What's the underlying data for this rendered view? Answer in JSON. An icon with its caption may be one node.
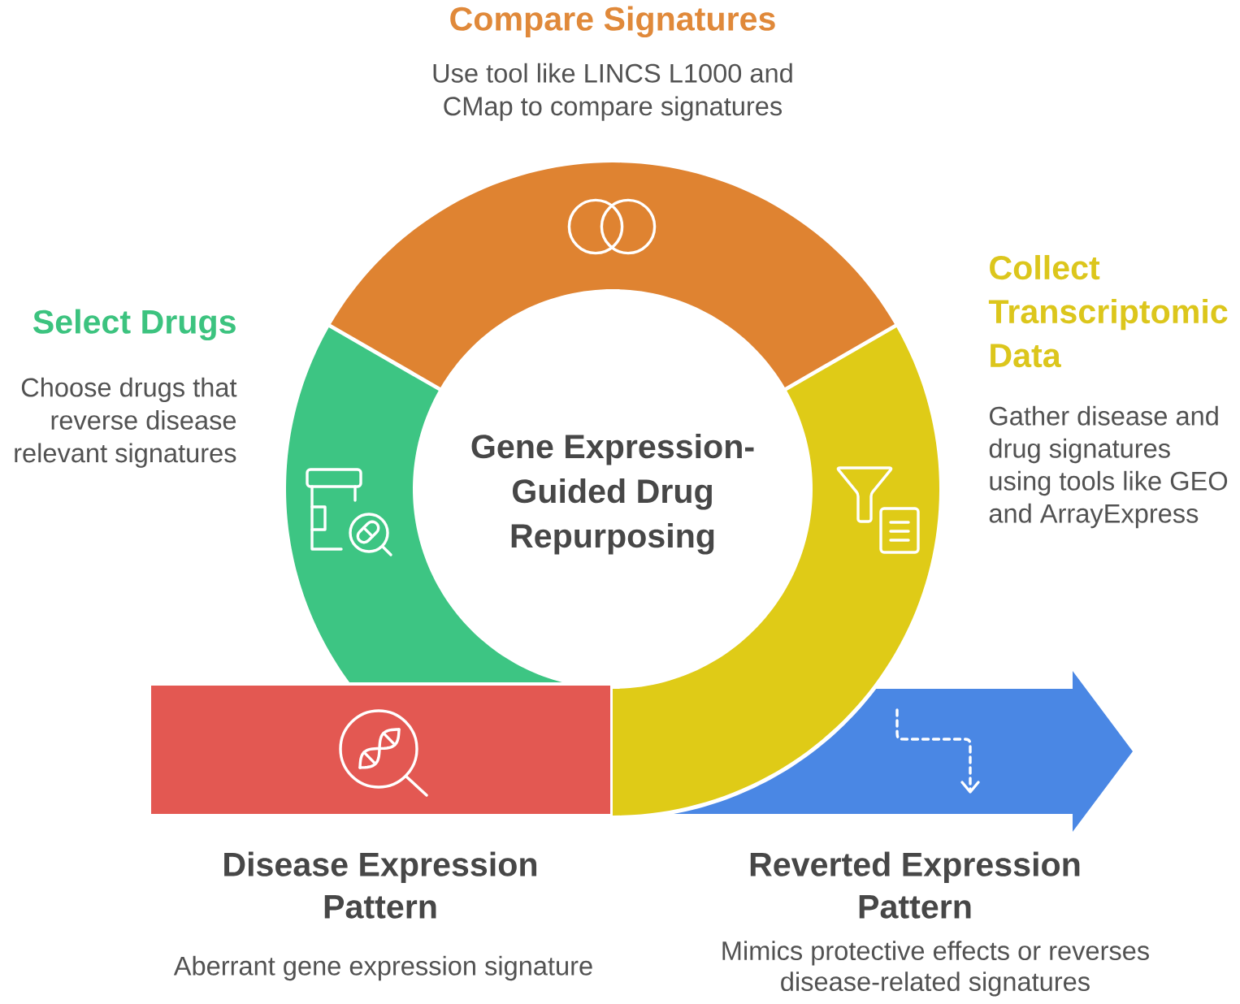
{
  "diagram": {
    "title": "Gene Expression-Guided Drug Repurposing",
    "nodes": [
      {
        "text": [
          "Compare Signatures",
          "Use tool like LINCS L1000 and CMap to compare signatures"
        ]
      },
      {
        "text": [
          "Select Drugs",
          "Choose drugs that reverse disease relevant signatures"
        ]
      },
      {
        "text": [
          "Collect Transcriptomic Data",
          "Gather disease and drug signatures using tools like GEO and ArrayExpress"
        ]
      },
      {
        "text": [
          "Disease Expression Pattern",
          "Aberrant gene expression signature"
        ]
      },
      {
        "text": [
          "Reverted Expression Pattern",
          "Mimics protective effects or reverses disease-related signatures"
        ]
      }
    ]
  }
}
